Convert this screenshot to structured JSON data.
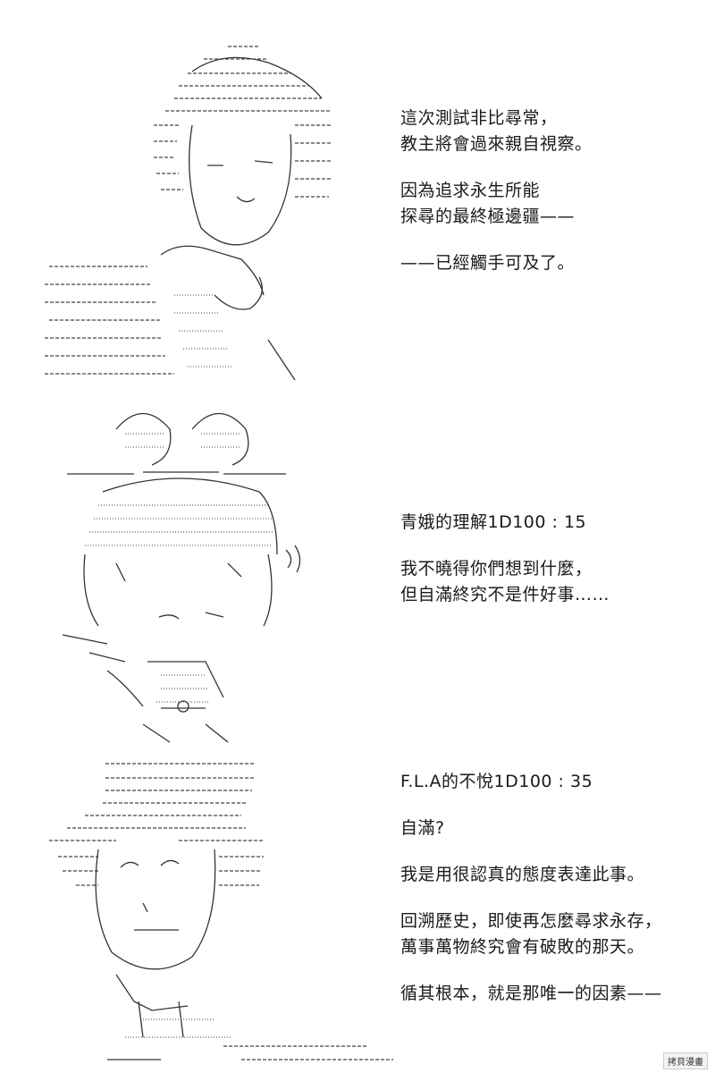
{
  "panels": [
    {
      "figure": "ascii-art-figure-1",
      "lines": [
        "這次測試非比尋常，\n教主將會過來親自視察。",
        "因為追求永生所能\n探尋的最終極邊疆——",
        "——已經觸手可及了。"
      ]
    },
    {
      "figure": "ascii-art-figure-2",
      "lines": [
        "青娥的理解1D100 : 15",
        "我不曉得你們想到什麼，\n但自滿終究不是件好事……"
      ]
    },
    {
      "figure": "ascii-art-figure-3",
      "lines": [
        "F.L.A的不悅1D100 : 35",
        "自滿?",
        "我是用很認真的態度表達此事。",
        "回溯歷史，即使再怎麼尋求永存，\n萬事萬物終究會有破敗的那天。",
        "循其根本，就是那唯一的因素——"
      ]
    }
  ],
  "watermark": "拷貝漫畫"
}
